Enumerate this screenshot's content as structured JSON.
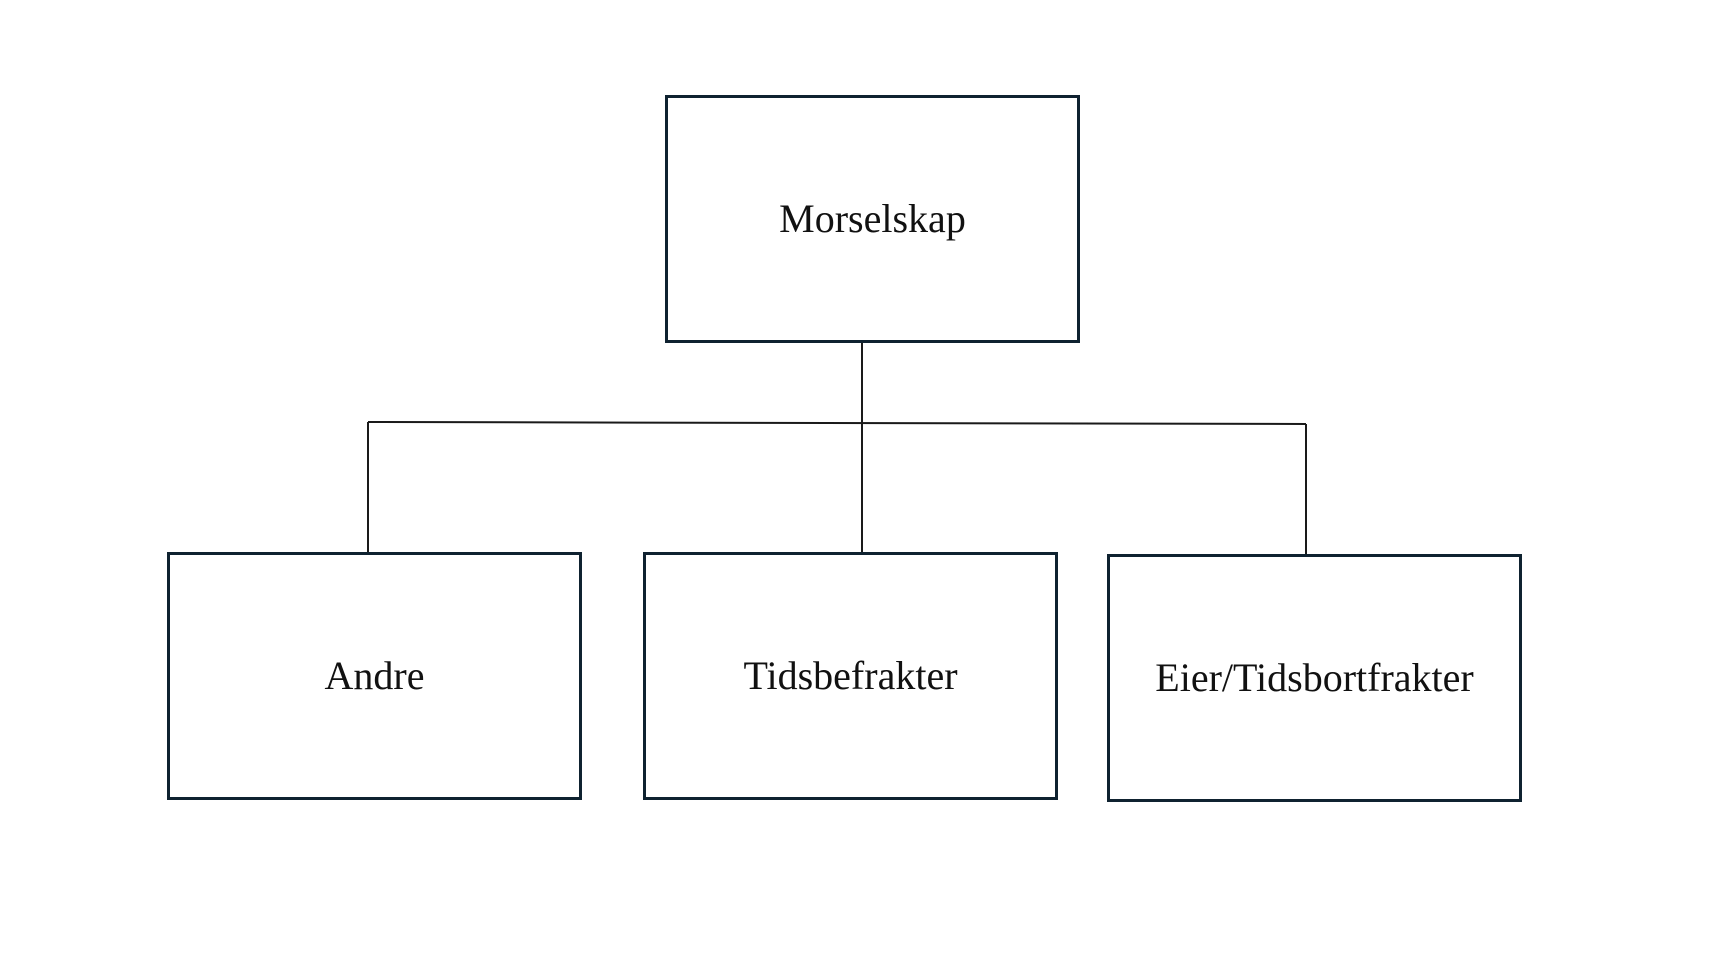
{
  "diagram": {
    "root": {
      "label": "Morselskap"
    },
    "children": [
      {
        "label": "Andre"
      },
      {
        "label": "Tidsbefrakter"
      },
      {
        "label": "Eier/Tidsbortfrakter"
      }
    ]
  },
  "colors": {
    "box_border": "#0f2230",
    "connector": "#1a1a1a",
    "text": "#111111",
    "background": "#ffffff"
  }
}
